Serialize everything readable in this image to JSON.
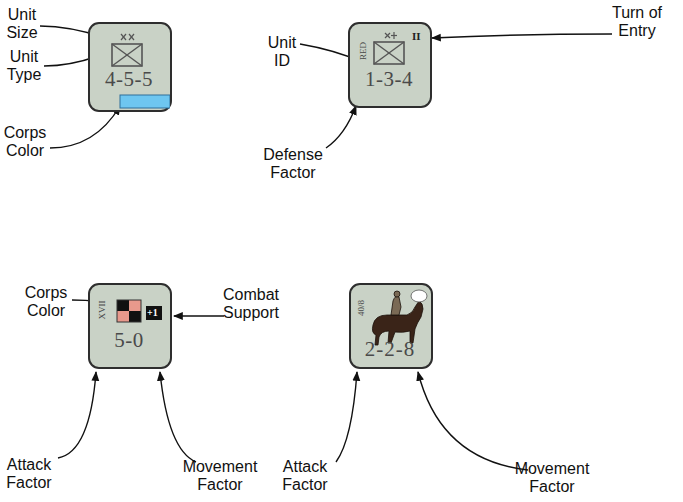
{
  "diagram": {
    "nodes": [
      {
        "text": [
          "4-5-5"
        ]
      },
      {
        "text": [
          "RED",
          "1-3-4",
          "II"
        ]
      },
      {
        "text": [
          "XVII",
          "5-0",
          "+1"
        ]
      },
      {
        "text": [
          "40/8",
          "2-2-8"
        ]
      }
    ],
    "labels": [
      "Unit Size",
      "Unit Type",
      "Corps Color",
      "Unit ID",
      "Turn of Entry",
      "Defense Factor",
      "Corps Color",
      "Combat Support",
      "Attack Factor",
      "Movement Factor",
      "Attack Factor",
      "Movement Factor"
    ]
  }
}
